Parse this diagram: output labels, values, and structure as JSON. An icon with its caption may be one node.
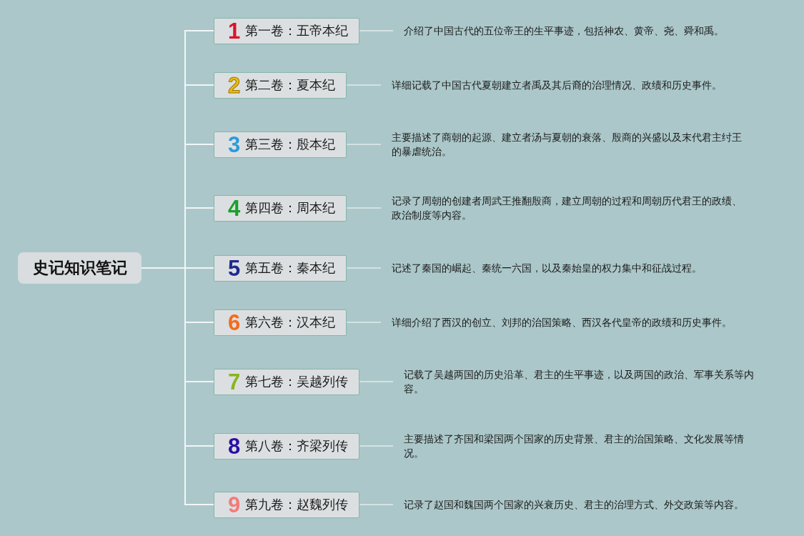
{
  "diagram": {
    "nodes": [
      {
        "text": [
          "史记知识笔记"
        ]
      },
      {
        "text": [
          "1",
          "第一卷：五帝本纪"
        ]
      },
      {
        "text": [
          "介绍了中国古代的五位帝王的生平事迹，包括神农、黄帝、尧、舜和禹。"
        ]
      },
      {
        "text": [
          "2",
          "第二卷：夏本纪"
        ]
      },
      {
        "text": [
          "详细记载了中国古代夏朝建立者禹及其后裔的治理情况、政绩和历史事件。"
        ]
      },
      {
        "text": [
          "3",
          "第三卷：殷本纪"
        ]
      },
      {
        "text": [
          "主要描述了商朝的起源、建立者汤与夏朝的衰落、殷商的兴盛以及末代君主纣王的暴虐统治。"
        ]
      },
      {
        "text": [
          "4",
          "第四卷：周本纪"
        ]
      },
      {
        "text": [
          "记录了周朝的创建者周武王推翻殷商，建立周朝的过程和周朝历代君王的政绩、政治制度等内容。"
        ]
      },
      {
        "text": [
          "5",
          "第五卷：秦本纪"
        ]
      },
      {
        "text": [
          "记述了秦国的崛起、秦统一六国，以及秦始皇的权力集中和征战过程。"
        ]
      },
      {
        "text": [
          "6",
          "第六卷：汉本纪"
        ]
      },
      {
        "text": [
          "详细介绍了西汉的创立、刘邦的治国策略、西汉各代皇帝的政绩和历史事件。"
        ]
      },
      {
        "text": [
          "7",
          "第七卷：吴越列传"
        ]
      },
      {
        "text": [
          "记载了吴越两国的历史沿革、君主的生平事迹，以及两国的政治、军事关系等内容。"
        ]
      },
      {
        "text": [
          "8",
          "第八卷：齐梁列传"
        ]
      },
      {
        "text": [
          "主要描述了齐国和梁国两个国家的历史背景、君主的治国策略、文化发展等情况。"
        ]
      },
      {
        "text": [
          "9",
          "第九卷：赵魏列传"
        ]
      },
      {
        "text": [
          "记录了赵国和魏国两个国家的兴衰历史、君主的治理方式、外交政策等内容。"
        ]
      }
    ],
    "edges": [
      {
        "from": 0,
        "to": 1,
        "arrow": "none"
      },
      {
        "from": 0,
        "to": 3,
        "arrow": "none"
      },
      {
        "from": 0,
        "to": 5,
        "arrow": "none"
      },
      {
        "from": 0,
        "to": 7,
        "arrow": "none"
      },
      {
        "from": 0,
        "to": 9,
        "arrow": "none"
      },
      {
        "from": 0,
        "to": 11,
        "arrow": "none"
      },
      {
        "from": 0,
        "to": 13,
        "arrow": "none"
      },
      {
        "from": 0,
        "to": 15,
        "arrow": "none"
      },
      {
        "from": 0,
        "to": 17,
        "arrow": "none"
      },
      {
        "from": 1,
        "to": 2,
        "arrow": "none"
      },
      {
        "from": 3,
        "to": 4,
        "arrow": "none"
      },
      {
        "from": 5,
        "to": 6,
        "arrow": "none"
      },
      {
        "from": 7,
        "to": 8,
        "arrow": "none"
      },
      {
        "from": 9,
        "to": 10,
        "arrow": "none"
      },
      {
        "from": 11,
        "to": 12,
        "arrow": "none"
      },
      {
        "from": 13,
        "to": 14,
        "arrow": "none"
      },
      {
        "from": 15,
        "to": 16,
        "arrow": "none"
      },
      {
        "from": 17,
        "to": 18,
        "arrow": "none"
      }
    ]
  }
}
